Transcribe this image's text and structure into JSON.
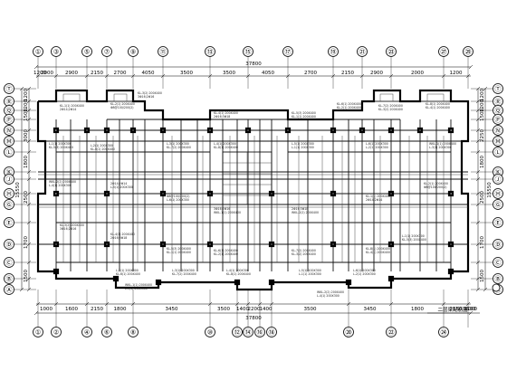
{
  "top_axes": [
    "①",
    "③",
    "⑤",
    "⑦",
    "⑨",
    "⑪",
    "⑬",
    "⑮",
    "⑰",
    "⑲",
    "㉑",
    "㉓",
    "㉗",
    "㉙"
  ],
  "bottom_axes": [
    "①",
    "②",
    "④",
    "⑥",
    "⑧",
    "⑩",
    "⑫",
    "⑭",
    "⑯",
    "⑱",
    "⑳",
    "㉒",
    "㉔"
  ],
  "left_axes": [
    "Ⓣ",
    "Ⓡ",
    "Ⓠ",
    "Ⓟ",
    "Ⓝ",
    "Ⓜ",
    "Ⓛ",
    "Ⓚ",
    "Ⓙ",
    "Ⓗ",
    "Ⓖ",
    "Ⓔ",
    "Ⓓ",
    "Ⓒ",
    "Ⓑ",
    "Ⓐ"
  ],
  "right_axes": [
    "Ⓣ",
    "Ⓡ",
    "Ⓠ",
    "Ⓟ",
    "Ⓝ",
    "Ⓜ",
    "Ⓛ",
    "Ⓚ",
    "Ⓙ",
    "Ⓗ",
    "Ⓖ",
    "Ⓔ",
    "Ⓓ",
    "Ⓒ",
    "Ⓑ",
    "Ⓐ"
  ],
  "top_dims": [
    "1200",
    "2000",
    "2900",
    "2150",
    "2700",
    "4050",
    "3500",
    "3500",
    "4050",
    "2700",
    "2150",
    "2900",
    "2000",
    "1200"
  ],
  "top_total": "37800",
  "bottom_dims": [
    "1000",
    "1600",
    "2150",
    "1800",
    "3450",
    "3500",
    "1400",
    "2200",
    "1400",
    "3500",
    "3450",
    "1800",
    "2150",
    "1600",
    "1000"
  ],
  "bottom_total": "37800",
  "left_dims": [
    "1200",
    "1200",
    "1500",
    "3000",
    "1800",
    "2500",
    "1700",
    "1500"
  ],
  "right_dims": [
    "1200",
    "1200",
    "1500",
    "2250",
    "1800",
    "2500",
    "1700",
    "1500"
  ],
  "side_total": "15550",
  "beam_notes": [
    "KL-1(1) 200X400",
    "KL-2(1) 200X400",
    "KL-3(2) 200X400",
    "KL-4(1) 200X400",
    "KL-5(3) 200X400",
    "KL-6(1) 200X400",
    "KL-7(2) 200X400",
    "KL-8(1) 200X400",
    "L-1(1) 200X300",
    "L-2(1) 200X300",
    "L-3(1) 200X300",
    "L-4(1) 200X300",
    "L-5(1) 200X300",
    "L-6(1) 200X300",
    "WKL-1(1) 200X400",
    "WKL-2(2) 200X400",
    "2Φ14;2Φ14",
    "Φ8@100/200(2)",
    "3Φ16;2Φ16",
    "2Φ16;3Φ18"
  ],
  "title_block": "二层梁配筋图"
}
